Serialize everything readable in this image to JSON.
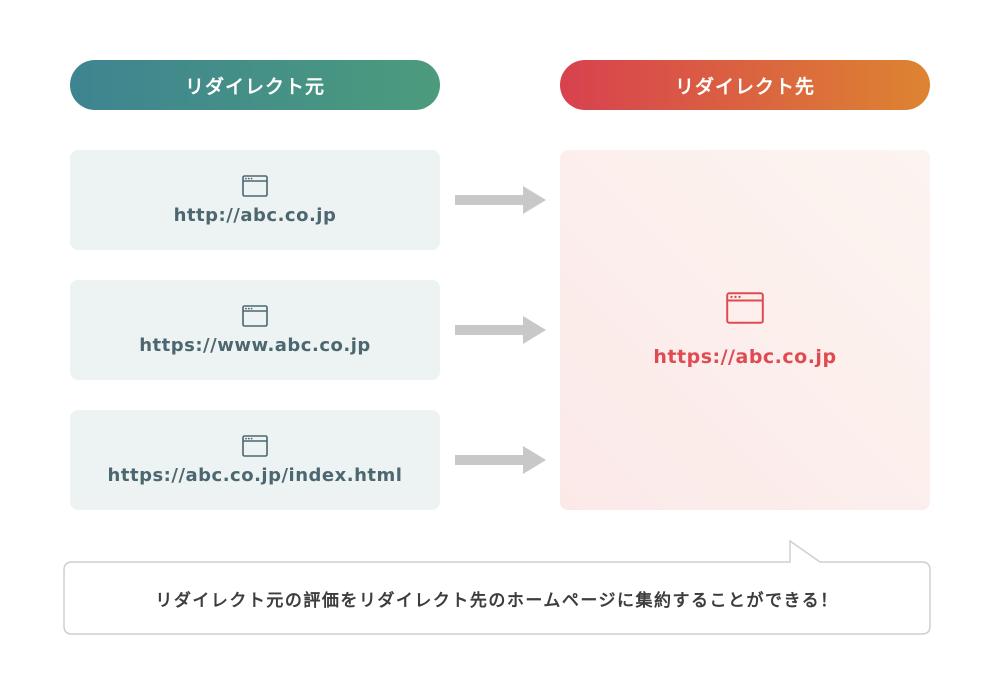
{
  "headers": {
    "source": "リダイレクト元",
    "target": "リダイレクト先"
  },
  "sources": [
    {
      "url": "http://abc.co.jp",
      "icon": "browser-window-icon"
    },
    {
      "url": "https://www.abc.co.jp",
      "icon": "browser-window-icon"
    },
    {
      "url": "https://abc.co.jp/index.html",
      "icon": "browser-window-icon"
    }
  ],
  "target": {
    "url": "https://abc.co.jp",
    "icon": "browser-window-icon"
  },
  "callout": "リダイレクト元の評価をリダイレクト先のホームページに集約することができる！",
  "colors": {
    "source_gradient": [
      "#3e8491",
      "#4c9b7d"
    ],
    "target_gradient": [
      "#d8414f",
      "#dd8431"
    ],
    "source_text": "#4c6770",
    "target_text": "#de4b52",
    "arrow": "#c8c8c8"
  }
}
